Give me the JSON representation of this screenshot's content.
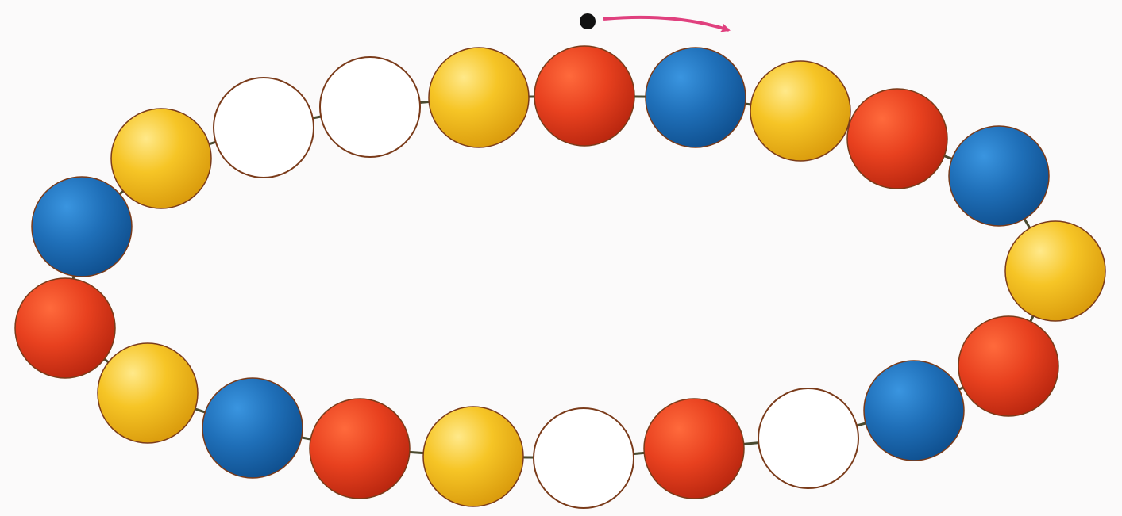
{
  "diagram": {
    "palette": {
      "yellow": "#f2b81c",
      "red": "#e8411f",
      "blue": "#1f6fb8",
      "empty_fill": "#ffffff",
      "bead_outline": "#7a3b1a",
      "connector": "#4a4a30",
      "arrow": "#e0407e",
      "dot": "#111111"
    },
    "start_marker": {
      "dot": "start-dot",
      "arrow": "clockwise-direction-arrow"
    },
    "beads": [
      {
        "id": "bead-top-1",
        "color": "yellow"
      },
      {
        "id": "bead-top-2",
        "color": "red"
      },
      {
        "id": "bead-top-3",
        "color": "blue"
      },
      {
        "id": "bead-top-4",
        "color": "yellow"
      },
      {
        "id": "bead-right-1",
        "color": "red"
      },
      {
        "id": "bead-right-2",
        "color": "blue"
      },
      {
        "id": "bead-right-3",
        "color": "yellow"
      },
      {
        "id": "bead-right-4",
        "color": "red"
      },
      {
        "id": "bead-bottom-1",
        "color": "blue"
      },
      {
        "id": "bead-bottom-2",
        "color": "empty"
      },
      {
        "id": "bead-bottom-3",
        "color": "red"
      },
      {
        "id": "bead-bottom-4",
        "color": "empty"
      },
      {
        "id": "bead-bottom-5",
        "color": "yellow"
      },
      {
        "id": "bead-bottom-6",
        "color": "red"
      },
      {
        "id": "bead-bottom-7",
        "color": "blue"
      },
      {
        "id": "bead-left-1",
        "color": "yellow"
      },
      {
        "id": "bead-left-2",
        "color": "red"
      },
      {
        "id": "bead-left-3",
        "color": "blue"
      },
      {
        "id": "bead-left-4",
        "color": "yellow"
      },
      {
        "id": "bead-top-5",
        "color": "empty"
      },
      {
        "id": "bead-top-6",
        "color": "empty"
      }
    ]
  }
}
